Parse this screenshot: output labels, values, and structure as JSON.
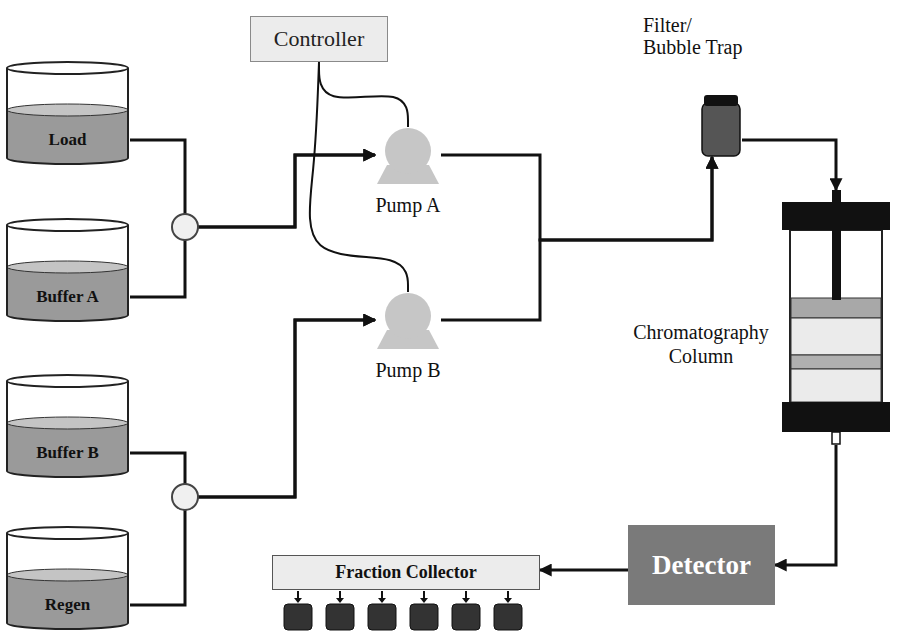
{
  "diagram": {
    "nodes": [
      {
        "text": [
          "Controller"
        ]
      },
      {
        "text": [
          "Load"
        ]
      },
      {
        "text": [
          "Buffer A"
        ]
      },
      {
        "text": [
          "Pump A"
        ]
      },
      {
        "text": [
          "Pump B"
        ]
      },
      {
        "text": [
          "Buffer B"
        ]
      },
      {
        "text": [
          "Regen"
        ]
      },
      {
        "text": [
          "Filter/ Bubble Trap"
        ]
      },
      {
        "text": [
          "Chromatography Column"
        ]
      },
      {
        "text": [
          "Detector"
        ]
      },
      {
        "text": [
          "Fraction Collector"
        ]
      }
    ],
    "edges": [
      {
        "from": 1,
        "to": 3,
        "arrow": "to"
      },
      {
        "from": 2,
        "to": 3,
        "arrow": "to"
      },
      {
        "from": 5,
        "to": 4,
        "arrow": "to"
      },
      {
        "from": 6,
        "to": 4,
        "arrow": "to"
      },
      {
        "from": 0,
        "to": 3,
        "arrow": "none"
      },
      {
        "from": 0,
        "to": 4,
        "arrow": "none"
      },
      {
        "from": 3,
        "to": 7,
        "arrow": "to"
      },
      {
        "from": 4,
        "to": 7,
        "arrow": "to"
      },
      {
        "from": 7,
        "to": 8,
        "arrow": "to"
      },
      {
        "from": 8,
        "to": 9,
        "arrow": "to"
      },
      {
        "from": 9,
        "to": 10,
        "arrow": "to"
      }
    ]
  }
}
